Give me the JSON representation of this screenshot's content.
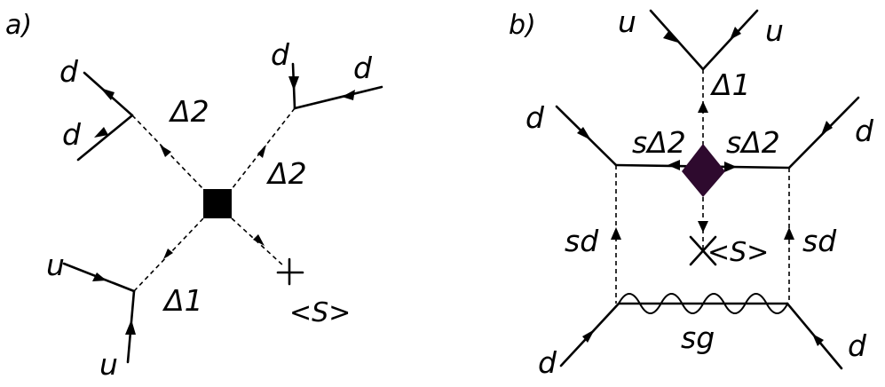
{
  "panel_a": {
    "label": "a)",
    "fermions": {
      "d_top_left_upper": "d",
      "d_top_left_lower": "d",
      "d_top_right_left": "d",
      "d_top_right_right": "d",
      "u_bottom_left_upper": "u",
      "u_bottom_left_lower": "u"
    },
    "scalars": {
      "delta2_left": "Δ2",
      "delta2_right": "Δ2",
      "delta1": "Δ1",
      "vev": "<S>"
    }
  },
  "panel_b": {
    "label": "b)",
    "fermions": {
      "u_top_left": "u",
      "u_top_right": "u",
      "d_mid_left": "d",
      "d_mid_right": "d",
      "d_bottom_left": "d",
      "d_bottom_right": "d"
    },
    "scalars": {
      "delta1": "Δ1",
      "sdelta2_left": "sΔ2",
      "sdelta2_right": "sΔ2",
      "vev": "<S>",
      "sd_left": "sd",
      "sd_right": "sd",
      "sg": "sg"
    },
    "colors": {
      "vertex_diamond": "#2e0a2e"
    }
  }
}
